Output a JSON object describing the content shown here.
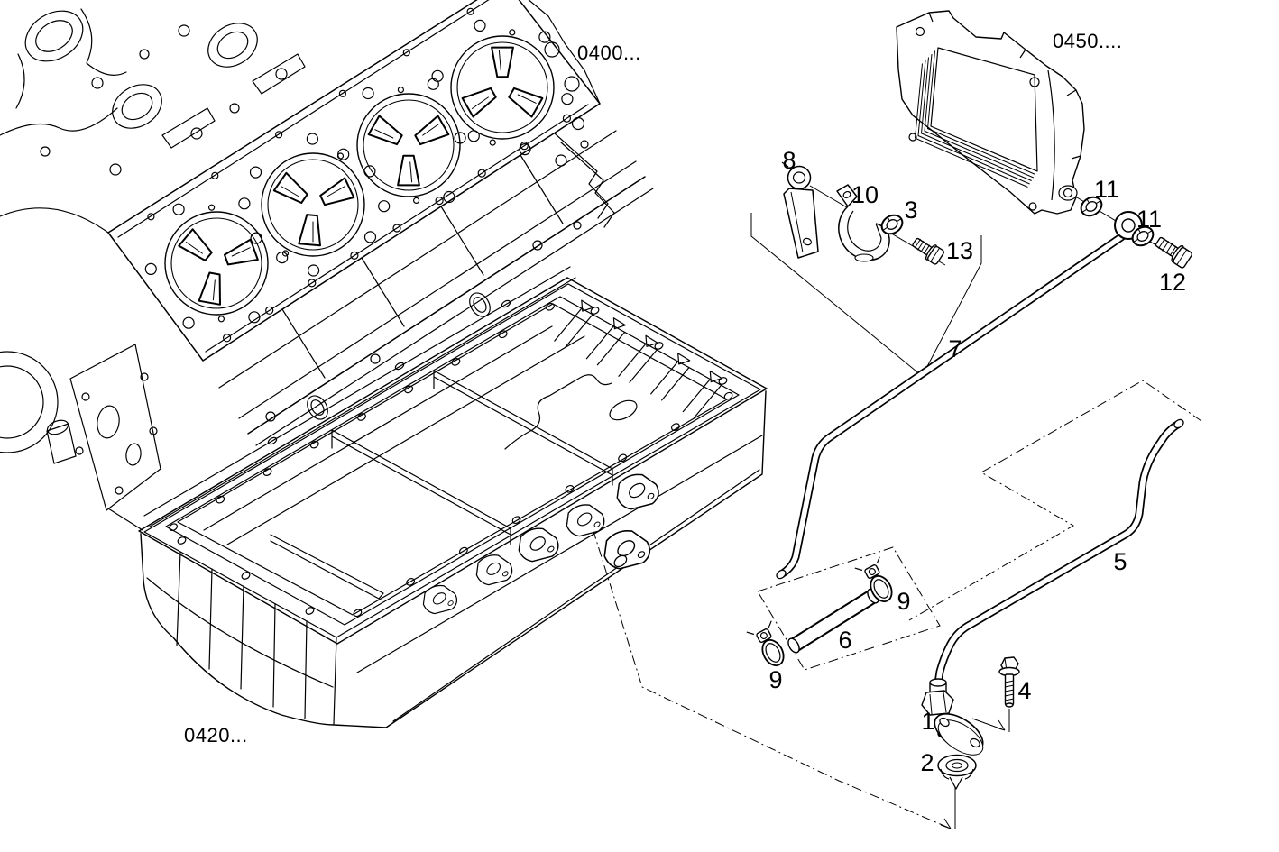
{
  "figure": {
    "background": "#ffffff",
    "line_color": "#000000",
    "description_texts_only": true
  },
  "references": [
    {
      "text": "0400..."
    },
    {
      "text": "0450...."
    },
    {
      "text": "0420..."
    }
  ],
  "callouts": [
    {
      "text": "8"
    },
    {
      "text": "10"
    },
    {
      "text": "3"
    },
    {
      "text": "13"
    },
    {
      "text": "11"
    },
    {
      "text": "11"
    },
    {
      "text": "12"
    },
    {
      "text": "7"
    },
    {
      "text": "5"
    },
    {
      "text": "9"
    },
    {
      "text": "6"
    },
    {
      "text": "9"
    },
    {
      "text": "4"
    },
    {
      "text": "1"
    },
    {
      "text": "2"
    }
  ]
}
